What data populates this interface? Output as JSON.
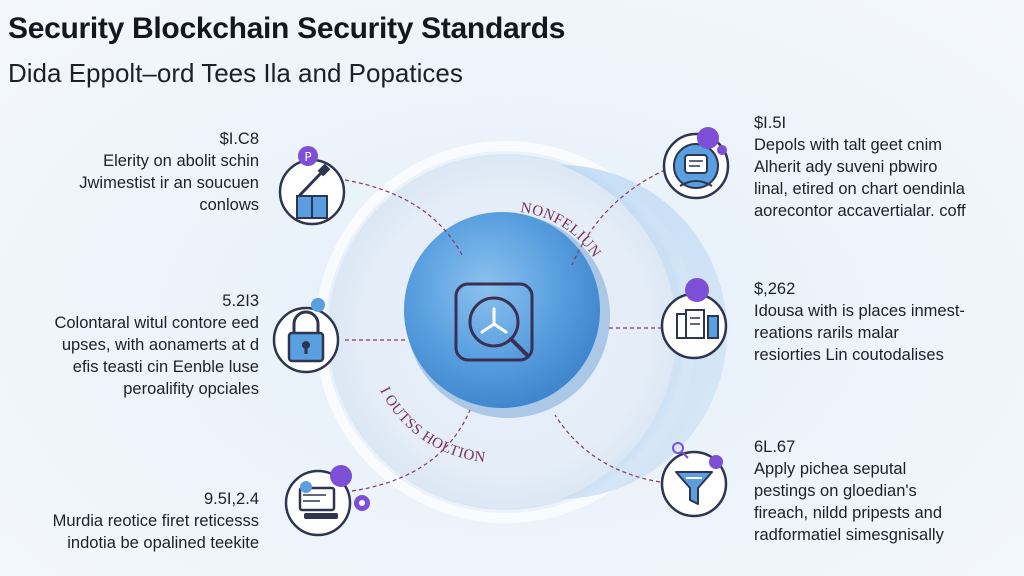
{
  "header": {
    "title": "Security Blockchain Security Standards",
    "subtitle": "Dida Eppolt–ord Tees Ila and Popatices"
  },
  "center": {
    "upper_label": "NONFELIUN",
    "lower_label": "I OUTSS HOLTION",
    "icon": "key-search-icon"
  },
  "colors": {
    "accent_blue": "#4f95dc",
    "accent_purple": "#7d4fd6",
    "connector": "#8a3a5c",
    "icon_stroke": "#2e3550",
    "icon_fill": "#5aa0e0"
  },
  "left_items": [
    {
      "value": "$I.C8",
      "lines": [
        "Elerity on abolit schin",
        "Jwimestist ir an soucuen",
        "conlows"
      ],
      "icon": "tools-box-icon"
    },
    {
      "value": "5.2I3",
      "lines": [
        "Colontaral witul contore eed",
        "upses, with aonamerts at d",
        "efis teasti cin Eenble luse",
        "peroalifity opciales"
      ],
      "icon": "padlock-icon"
    },
    {
      "value": "9.5I,2.4",
      "lines": [
        "Murdia reotice firet reticesss",
        "indotia be opalined teekite"
      ],
      "icon": "computer-icon"
    }
  ],
  "right_items": [
    {
      "value": "$I.5I",
      "lines": [
        "Depols with talt geet cnim",
        "Alherit ady suveni pbwiro",
        "linal, etired on chart oendinla",
        "aorecontor accavertialar. coff"
      ],
      "icon": "user-badge-icon"
    },
    {
      "value": "$,262",
      "lines": [
        "Idousa with is places inmest-",
        "reations rarils malar",
        "resiorties Lin coutodalises"
      ],
      "icon": "documents-icon"
    },
    {
      "value": "6L.67",
      "lines": [
        "Apply pichea seputal",
        "pestings on gloedian's",
        "fireach, nildd pripests and",
        "radformatiel simesgnisally"
      ],
      "icon": "funnel-filter-icon"
    }
  ]
}
